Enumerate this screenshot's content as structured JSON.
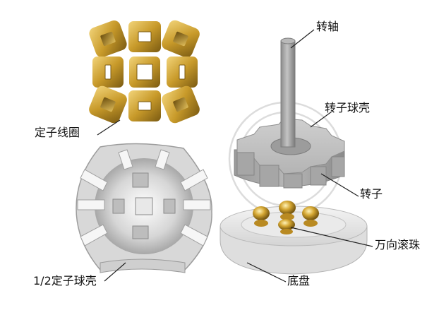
{
  "labels": {
    "shaft": "转轴",
    "rotor_shell": "转子球壳",
    "stator_coil": "定子线圈",
    "rotor": "转子",
    "universal_ball": "万向滚珠",
    "half_stator_shell": "1/2定子球壳",
    "base_plate": "底盘"
  },
  "colors": {
    "coil_gold": "#c89a2a",
    "shell_gray": "#c8c8c8",
    "rotor_gray": "#a9a9a9",
    "base_light": "#eeeeee"
  }
}
